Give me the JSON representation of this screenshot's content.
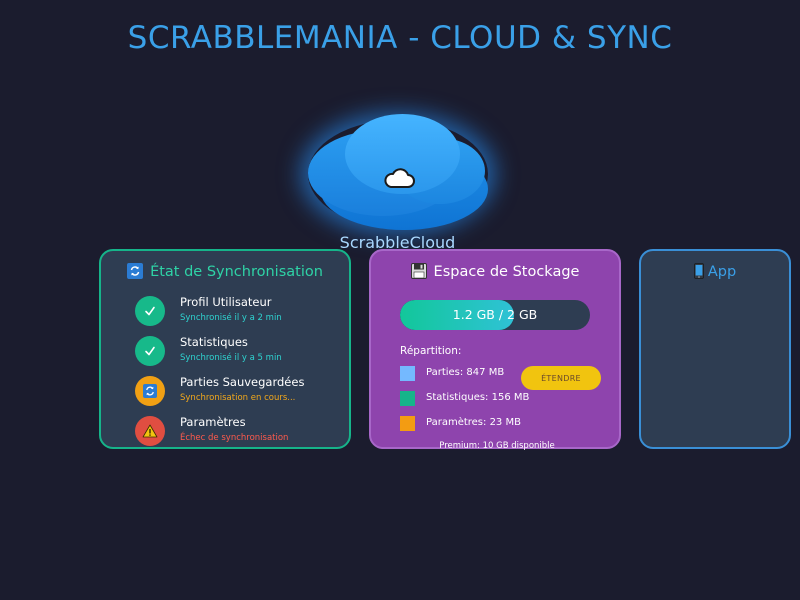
{
  "header": {
    "title": "SCRABBLEMANIA - CLOUD & SYNC"
  },
  "cloud": {
    "label": "ScrabbleCloud",
    "icon": "cloud-icon"
  },
  "sync_panel": {
    "title": "État de Synchronisation",
    "icon": "sync-icon",
    "items": [
      {
        "name": "Profil Utilisateur",
        "status": "Synchronisé il y a 2 min",
        "state": "ok",
        "icon": "check-icon"
      },
      {
        "name": "Statistiques",
        "status": "Synchronisé il y a 5 min",
        "state": "ok",
        "icon": "check-icon"
      },
      {
        "name": "Parties Sauvegardées",
        "status": "Synchronisation en cours...",
        "state": "syncing",
        "icon": "sync-icon"
      },
      {
        "name": "Paramètres",
        "status": "Échec de synchronisation",
        "state": "error",
        "icon": "warning-icon"
      }
    ]
  },
  "storage_panel": {
    "title": "Espace de Stockage",
    "icon": "floppy-disk-icon",
    "usage_text": "1.2 GB / 2 GB",
    "usage_fraction": 0.6,
    "breakdown_label": "Répartition:",
    "breakdown": [
      {
        "label": "Parties: 847 MB",
        "color": "#74b9ff"
      },
      {
        "label": "Statistiques: 156 MB",
        "color": "#16b48a"
      },
      {
        "label": "Paramètres: 23 MB",
        "color": "#f39c12"
      }
    ],
    "extend_button": "ÉTENDRE",
    "premium_note": "Premium: 10 GB disponible"
  },
  "app_panel": {
    "title": "App",
    "icon": "mobile-phone-icon"
  },
  "colors": {
    "background": "#1b1c2e",
    "accent": "#3aa0e8",
    "success": "#17b98a",
    "warning": "#f0a014",
    "error": "#e04e41",
    "storage_bg": "#8e44ad",
    "button": "#f1c40f"
  }
}
